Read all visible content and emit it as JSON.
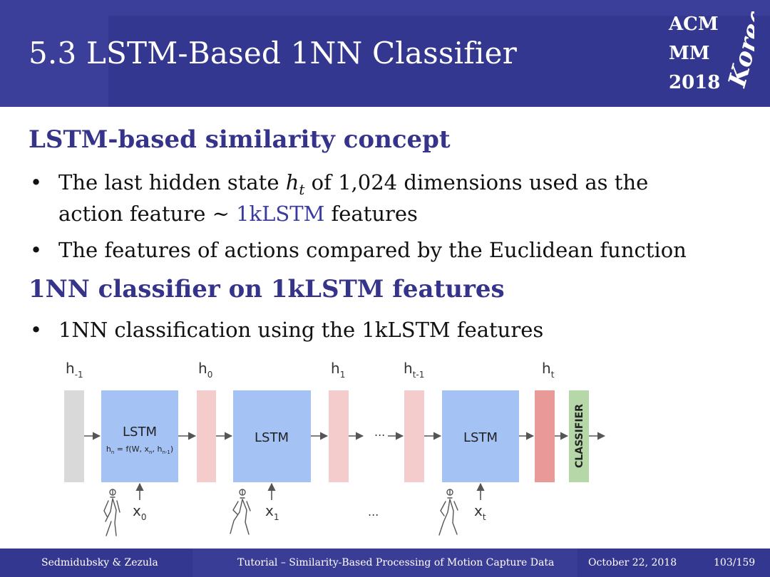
{
  "header": {
    "title": "5.3 LSTM-Based 1NN Classifier",
    "logo": {
      "line1": "ACM",
      "line2": "MM",
      "line3": "2018",
      "script": "Korea"
    }
  },
  "section1": {
    "heading": "LSTM-based similarity concept",
    "bullet1": {
      "pre": "The last hidden state ",
      "var": "h",
      "sub": "t",
      "post": " of 1,024 dimensions used as the",
      "cont_pre": "action feature ~ ",
      "cont_accent": "1kLSTM",
      "cont_post": " features"
    },
    "bullet2": "The features of actions compared by the Euclidean function"
  },
  "section2": {
    "heading": "1NN classifier on 1kLSTM features",
    "bullet1": "1NN classification using the 1kLSTM features"
  },
  "diagram": {
    "hidden_labels": [
      {
        "base": "h",
        "sub": "-1"
      },
      {
        "base": "h",
        "sub": "0"
      },
      {
        "base": "h",
        "sub": "1"
      },
      {
        "base": "h",
        "sub": "t-1"
      },
      {
        "base": "h",
        "sub": "t"
      }
    ],
    "lstm_label": "LSTM",
    "formula": {
      "a": "h",
      "a_sub": "n",
      "b": " = f(W, x",
      "b_sub": "n",
      "c": ", h",
      "c_sub": "n-1",
      "d": ")"
    },
    "ellipsis": "...",
    "classifier_label": "CLASSIFIER",
    "input_labels": [
      {
        "base": "x",
        "sub": "0"
      },
      {
        "base": "x",
        "sub": "1"
      },
      {
        "base": "x",
        "sub": "t"
      }
    ],
    "colors": {
      "initial_state": "#d9d9d9",
      "hidden_state": "#f4cccc",
      "final_state": "#ea9999",
      "lstm_cell": "#a4c2f4",
      "classifier": "#b6d7a8",
      "arrow": "#555555"
    },
    "icons": [
      "stick-figure-icon",
      "stick-figure-icon",
      "stick-figure-icon"
    ]
  },
  "footer": {
    "authors": "Sedmidubsky & Zezula",
    "title": "Tutorial – Similarity-Based Processing of Motion Capture Data",
    "date": "October 22, 2018",
    "page": "103/159"
  }
}
